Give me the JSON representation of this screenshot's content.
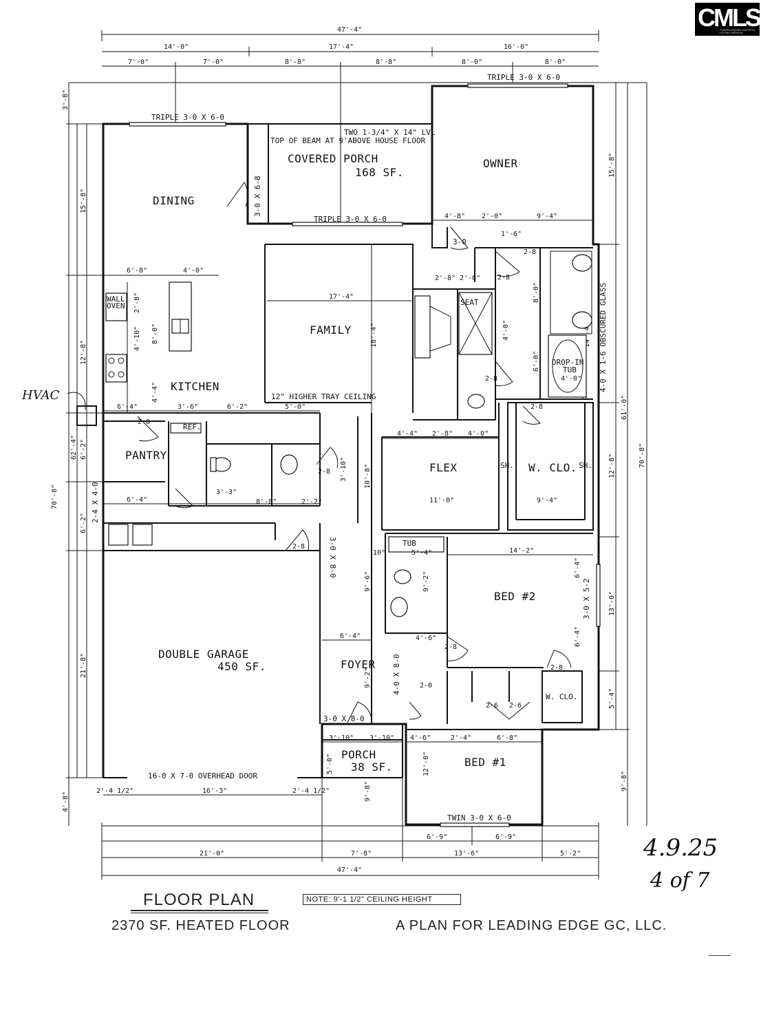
{
  "logo": {
    "text": "CMLS",
    "subtext": "CONSOLIDATED MULTIPLE LISTING SERVICE"
  },
  "rooms": {
    "dining": "DINING",
    "covered_porch": "COVERED PORCH",
    "covered_porch_sf": "168 SF.",
    "owner": "OWNER",
    "family": "FAMILY",
    "kitchen": "KITCHEN",
    "pantry": "PANTRY",
    "flex": "FLEX",
    "w_clo": "W. CLO.",
    "w_clo_2": "W. CLO.",
    "bed2": "BED #2",
    "bed1": "BED #1",
    "foyer": "FOYER",
    "porch": "PORCH",
    "porch_sf": "38 SF.",
    "double_garage": "DOUBLE GARAGE",
    "garage_sf": "450 SF."
  },
  "labels": {
    "wall_oven_1": "WALL",
    "wall_oven_2": "OVEN",
    "ref": "REF.",
    "seat": "SEAT",
    "tub": "TUB",
    "drop_in_tub_1": "DROP-IN",
    "drop_in_tub_2": "TUB",
    "drop_in_tub_dim": "4'-0\"",
    "sh_1": "SH.",
    "sh_2": "SH.",
    "beam_1": "TWO 1-3/4\" X 14\" LVL",
    "beam_2": "TOP OF BEAM AT 9'ABOVE HOUSE FLOOR",
    "tray_ceiling": "12\" HIGHER TRAY CEILING",
    "overhead_door": "16-0 X 7-0 OVERHEAD DOOR",
    "obscured_glass": "4-0 X 1-6 OBSCURED GLASS",
    "triple_dining": "TRIPLE 3-0 X 6-0",
    "triple_owner": "TRIPLE 3-0 X 6-0",
    "triple_family": "TRIPLE 3-0 X 6-0",
    "twin_bed1": "TWIN 3-0 X 6-0",
    "win_bed2": "3-0 X 5-2",
    "door_foyer": "3-0 X 8-0",
    "door_foyer_v": "4-0 X 8-0",
    "door_garage": "3-0 X 8-0",
    "door_pantry": "2-4 X 4-0",
    "door_owner": "3-0",
    "door_dining": "3-0 X 6-8",
    "hvac": "HVAC"
  },
  "dimensions": {
    "overall_top": "47'-4\"",
    "top_seg_1": "14'-0\"",
    "top_seg_2": "17'-4\"",
    "top_seg_3": "16'-0\"",
    "top_sub_1": "7'-0\"",
    "top_sub_2": "7'-0\"",
    "top_sub_3": "8'-8\"",
    "top_sub_4": "8'-8\"",
    "top_sub_5": "8'-0\"",
    "top_sub_6": "8'-0\"",
    "overall_bottom": "47'-4\"",
    "bot_seg_1": "21'-0\"",
    "bot_seg_2": "7'-8\"",
    "bot_seg_3": "13'-6\"",
    "bot_seg_4": "5'-2\"",
    "bot_sub_1": "6'-9\"",
    "bot_sub_2": "6'-9\"",
    "left_overall": "70'-8\"",
    "left_62": "62'-4\"",
    "left_3_8": "3'-8\"",
    "left_15_8": "15'-8\"",
    "left_12_8": "12'-8\"",
    "left_6_2a": "6'-2\"",
    "left_6_2b": "6'-2\"",
    "left_21_8": "21'-8\"",
    "left_4_8": "4'-8\"",
    "right_overall": "70'-8\"",
    "right_61": "61'-0\"",
    "right_15_8": "15'-8\"",
    "right_14_4": "14'-4\"",
    "right_12_8": "12'-8\"",
    "right_13_0": "13'-0\"",
    "right_5_4": "5'-4\"",
    "right_9_8": "9'-8\"",
    "family_17_4": "17'-4\"",
    "family_18_4": "18'-4\"",
    "kitchen_6_8": "6'-8\"",
    "kitchen_4_0": "4'-0\"",
    "kitchen_8_0": "8'-0\"",
    "kitchen_4_10": "4'-10\"",
    "kitchen_4_4": "4'-4\"",
    "kitchen_2_8": "2'-8\"",
    "row_6_4": "6'-4\"",
    "row_3_6": "3'-6\"",
    "row_6_2": "6'-2\"",
    "row_5_0": "5'-0\"",
    "flex_4_4": "4'-4\"",
    "flex_2_8": "2'-8\"",
    "flex_4_0": "4'-0\"",
    "flex_11_0": "11'-0\"",
    "flex_10_8": "10'-8\"",
    "wclo_9_4": "9'-4\"",
    "owner_4_8": "4'-8\"",
    "owner_2_0": "2'-0\"",
    "owner_9_4": "9'-4\"",
    "owner_1_6": "1'-6\"",
    "bath_8_0": "8'-0\"",
    "bath_4_0": "4'-0\"",
    "bath_6_0": "6'-0\"",
    "seat_2_8": "2'-8\"",
    "seat_2_0": "2'-0\"",
    "bed2_14_2": "14'-2\"",
    "bed2_6_4a": "6'-4\"",
    "bed2_6_4b": "6'-4\"",
    "bath2_5_4": "5'-4\"",
    "bath2_10": "10\"",
    "bath2_9_2": "9'-2\"",
    "bath2_9_6": "9'-6\"",
    "foyer_6_4": "6'-4\"",
    "foyer_9_2": "9'-2\"",
    "foyer_4_6": "4'-6\"",
    "porch_3_10a": "3'-10\"",
    "porch_3_10b": "3'-10\"",
    "porch_5_0": "5'-0\"",
    "porch_9_8": "9'-8\"",
    "bed1_4_6": "4'-6\"",
    "bed1_2_4": "2'-4\"",
    "bed1_6_8": "6'-8\"",
    "bed1_12_0": "12'-0\"",
    "garage_16_3": "16'-3\"",
    "garage_2_4a": "2'-4 1/2\"",
    "garage_2_4b": "2'-4 1/2\"",
    "hall_6_4": "6'-4\"",
    "hall_3_3": "3'-3\"",
    "hall_8_8": "8'-8\"",
    "hall_2_2": "2'-2\"",
    "hall_3_10": "3'-10\"",
    "door_2_8": "2-8",
    "door_2_0": "2-0",
    "door_2_6": "2-6"
  },
  "handwritten": {
    "date": "4.9.25",
    "page": "4 of 7"
  },
  "footer": {
    "title": "FLOOR PLAN",
    "note": "NOTE: 9'-1 1/2\" CEILING HEIGHT",
    "heated": "2370   SF.  HEATED FLOOR",
    "builder": "A PLAN FOR LEADING EDGE GC, LLC."
  }
}
